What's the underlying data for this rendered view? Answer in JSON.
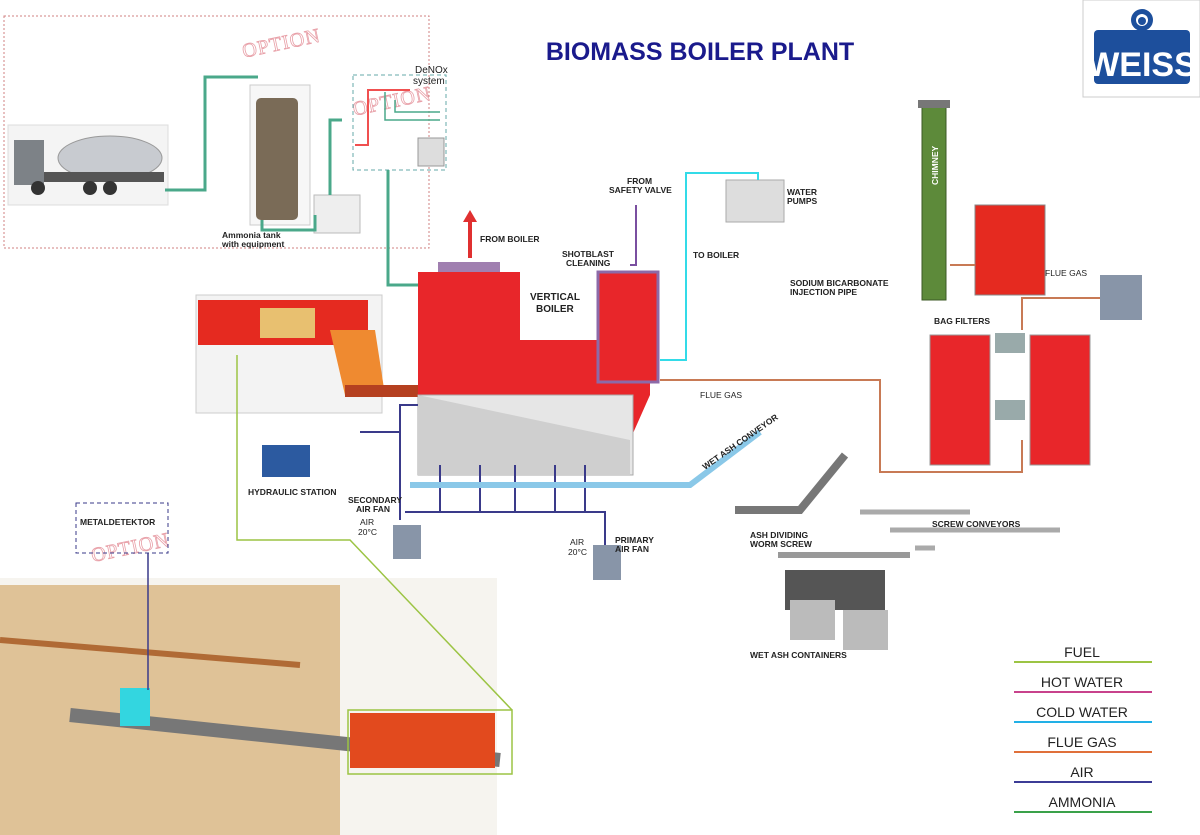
{
  "title": "BIOMASS BOILER PLANT",
  "logo": {
    "text": "WEISS",
    "color": "#1d4f9c"
  },
  "option_stamp": "OPTION",
  "labels": {
    "denox_line1": "DeNOx",
    "denox_line2": "system",
    "ammonia_line1": "Ammonia tank",
    "ammonia_line2": "with equipment",
    "from_boiler": "FROM BOILER",
    "vertical_boiler_line1": "VERTICAL",
    "vertical_boiler_line2": "BOILER",
    "shotblast_line1": "SHOTBLAST",
    "shotblast_line2": "CLEANING",
    "safety_valve_line1": "FROM",
    "safety_valve_line2": "SAFETY VALVE",
    "to_boiler": "TO BOILER",
    "water_pumps_line1": "WATER",
    "water_pumps_line2": "PUMPS",
    "sodium_line1": "SODIUM BICARBONATE",
    "sodium_line2": "INJECTION PIPE",
    "chimney": "CHIMNEY",
    "flue_gas_filter": "FLUE GAS",
    "flue_gas_main": "FLUE GAS",
    "bag_filters": "BAG FILTERS",
    "hydraulic_station": "HYDRAULIC STATION",
    "secondary_fan_line1": "SECONDARY",
    "secondary_fan_line2": "AIR FAN",
    "air_secondary_line1": "AIR",
    "air_secondary_line2": "20°C",
    "air_primary_line1": "AIR",
    "air_primary_line2": "20°C",
    "primary_fan_line1": "PRIMARY",
    "primary_fan_line2": "AIR FAN",
    "wet_ash_conveyor": "WET ASH CONVEYOR",
    "ash_dividing_line1": "ASH DIVIDING",
    "ash_dividing_line2": "WORM SCREW",
    "screw_conveyors": "SCREW CONVEYORS",
    "wet_ash_containers": "WET ASH CONTAINERS",
    "metaldetektor": "METALDETEKTOR"
  },
  "legend": [
    {
      "label": "FUEL",
      "color": "#9cc444"
    },
    {
      "label": "HOT WATER",
      "color": "#c8428c"
    },
    {
      "label": "COLD WATER",
      "color": "#22b0e6"
    },
    {
      "label": "FLUE GAS",
      "color": "#e0703a"
    },
    {
      "label": "AIR",
      "color": "#3c3c96"
    },
    {
      "label": "AMMONIA",
      "color": "#3aa14a"
    }
  ],
  "colors": {
    "ammonia_pipe": "#4aa88a",
    "boiler_red": "#e8262a",
    "cold_water_pipe": "#33dbe8",
    "air_pipe": "#3a3a8a",
    "flue_pipe": "#c87a55"
  }
}
